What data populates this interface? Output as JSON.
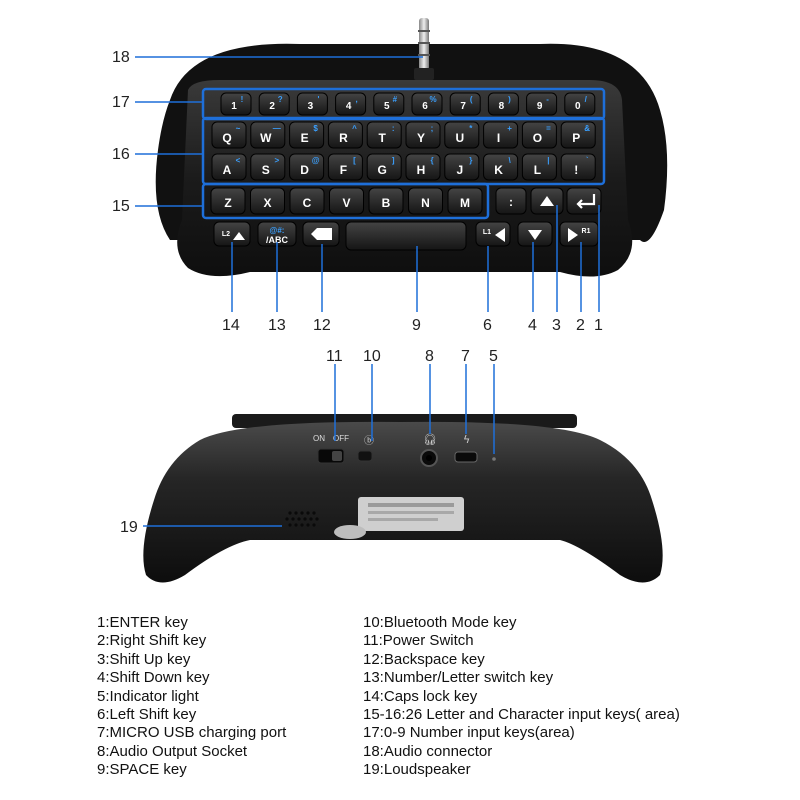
{
  "device": {
    "top_view": {
      "number_keys": [
        {
          "main": "1",
          "sub": "!"
        },
        {
          "main": "2",
          "sub": "?"
        },
        {
          "main": "3",
          "sub": "'"
        },
        {
          "main": "4",
          "sub": ","
        },
        {
          "main": "5",
          "sub": "#"
        },
        {
          "main": "6",
          "sub": "%"
        },
        {
          "main": "7",
          "sub": "("
        },
        {
          "main": "8",
          "sub": ")"
        },
        {
          "main": "9",
          "sub": "-"
        },
        {
          "main": "0",
          "sub": "/"
        }
      ],
      "row_q": [
        {
          "main": "Q",
          "sub": "~"
        },
        {
          "main": "W",
          "sub": "—"
        },
        {
          "main": "E",
          "sub": "$"
        },
        {
          "main": "R",
          "sub": "^"
        },
        {
          "main": "T",
          "sub": ":"
        },
        {
          "main": "Y",
          "sub": ";"
        },
        {
          "main": "U",
          "sub": "*"
        },
        {
          "main": "I",
          "sub": "+"
        },
        {
          "main": "O",
          "sub": "="
        },
        {
          "main": "P",
          "sub": "&"
        }
      ],
      "row_a": [
        {
          "main": "A",
          "sub": "<"
        },
        {
          "main": "S",
          "sub": ">"
        },
        {
          "main": "D",
          "sub": "@"
        },
        {
          "main": "F",
          "sub": "["
        },
        {
          "main": "G",
          "sub": "]"
        },
        {
          "main": "H",
          "sub": "{"
        },
        {
          "main": "J",
          "sub": "}"
        },
        {
          "main": "K",
          "sub": "\\"
        },
        {
          "main": "L",
          "sub": "|"
        },
        {
          "main": "!",
          "sub": "`"
        }
      ],
      "row_z": [
        "Z",
        "X",
        "C",
        "V",
        "B",
        "N",
        "M"
      ],
      "colon_key": ":",
      "caps_key": {
        "label": "L2"
      },
      "switch_key": {
        "line1": "@#:",
        "line2": "/ABC"
      },
      "left_shift_key": {
        "label": "L1"
      },
      "right_shift_key": {
        "label": "R1"
      }
    },
    "bottom_view": {
      "switch_on": "ON",
      "switch_off": "OFF"
    }
  },
  "callouts": {
    "c18": "18",
    "c17": "17",
    "c16": "16",
    "c15": "15",
    "c14": "14",
    "c13": "13",
    "c12": "12",
    "c9": "9",
    "c6": "6",
    "c4": "4",
    "c3": "3",
    "c2": "2",
    "c1": "1",
    "c11": "11",
    "c10": "10",
    "c8": "8",
    "c7": "7",
    "c5": "5",
    "c19": "19"
  },
  "legend": {
    "left": [
      {
        "num": "1:",
        "text": "ENTER key"
      },
      {
        "num": "2:",
        "text": "Right Shift key"
      },
      {
        "num": "3:",
        "text": "Shift Up key"
      },
      {
        "num": "4:",
        "text": "Shift Down key"
      },
      {
        "num": "5:",
        "text": "Indicator light"
      },
      {
        "num": "6:",
        "text": "Left Shift key"
      },
      {
        "num": "7:",
        "text": "MICRO USB charging port"
      },
      {
        "num": "8:",
        "text": "Audio Output Socket"
      },
      {
        "num": "9:",
        "text": "SPACE key"
      }
    ],
    "right": [
      {
        "num": "10:",
        "text": "Bluetooth Mode key"
      },
      {
        "num": "11:",
        "text": "Power Switch"
      },
      {
        "num": "12:",
        "text": "Backspace key"
      },
      {
        "num": "13:",
        "text": "Number/Letter switch key"
      },
      {
        "num": "14:",
        "text": "Caps lock key"
      },
      {
        "num": "15-16:",
        "text": "26 Letter and Character input keys( area)"
      },
      {
        "num": "17:",
        "text": "0-9 Number input keys(area)"
      },
      {
        "num": "18:",
        "text": "Audio connector"
      },
      {
        "num": "19:",
        "text": "Loudspeaker"
      }
    ]
  },
  "colors": {
    "highlight_box": "#1e6fd9",
    "key_blue": "#3aa0ff",
    "body_dark": "#1a1a1a",
    "key_face": "#2a2a2a"
  }
}
